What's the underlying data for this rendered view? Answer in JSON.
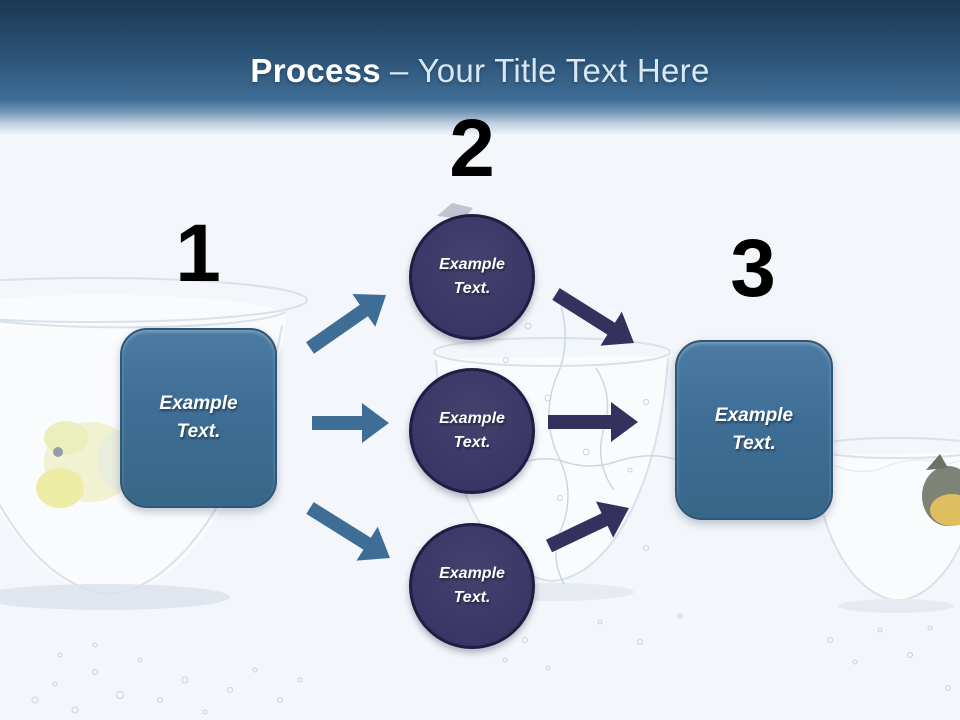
{
  "header": {
    "title_bold": "Process",
    "title_rest": "– Your Title Text Here"
  },
  "diagram": {
    "step1": {
      "number": "1",
      "label": "Example Text."
    },
    "step2": {
      "number": "2",
      "circles": [
        {
          "label": "Example Text."
        },
        {
          "label": "Example Text."
        },
        {
          "label": "Example Text."
        }
      ]
    },
    "step3": {
      "number": "3",
      "label": "Example Text."
    }
  },
  "icons": {
    "left_arrows": "arrow-right-icon",
    "right_arrows": "arrow-right-icon"
  },
  "colors": {
    "header_top": "#1c3850",
    "header_bottom": "#3f6d97",
    "title_bold": "#ffffff",
    "title_rest": "#d8e7f2",
    "box_fill": "#3e6e96",
    "box_border": "#2d5677",
    "circle_fill": "#3b3766",
    "circle_border": "#201d45",
    "arrow_blue": "#3e6e96",
    "arrow_navy": "#35315e",
    "number_color": "#000000",
    "background": "#f3f6fa"
  }
}
